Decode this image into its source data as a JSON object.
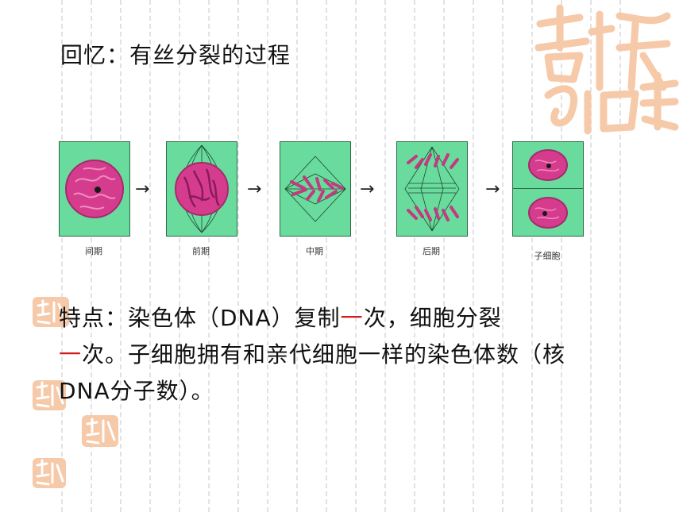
{
  "title": "回忆：有丝分裂的过程",
  "stages": [
    {
      "label": "间期"
    },
    {
      "label": "前期"
    },
    {
      "label": "中期"
    },
    {
      "label": "后期"
    },
    {
      "label": "子细胞"
    }
  ],
  "arrow": "→",
  "body": {
    "part1": "特点：染色体（DNA）复制",
    "red1": "一",
    "part2": "次，细胞分裂",
    "red2": "一",
    "part3": "次。子细胞拥有和亲代细胞一样的染色体数（核DNA分子数）。"
  },
  "colors": {
    "cell_background": "#69db9d",
    "chromosome": "#d63c8e",
    "highlight": "#d21a1a",
    "stamp": "#f6c9a9"
  }
}
